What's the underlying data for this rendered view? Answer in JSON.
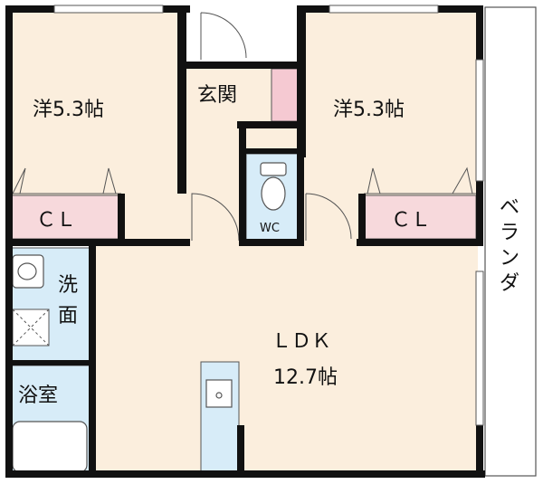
{
  "rooms": {
    "western_left": "洋5.3帖",
    "western_right": "洋5.3帖",
    "entrance": "玄関",
    "closet_left": "ＣＬ",
    "closet_right": "ＣＬ",
    "toilet": "WC",
    "washroom_line1": "洗",
    "washroom_line2": "面",
    "bathroom": "浴室",
    "ldk_name": "ＬＤＫ",
    "ldk_size": "12.7帖",
    "veranda": [
      "ベ",
      "ラ",
      "ン",
      "ダ"
    ]
  },
  "colors": {
    "wall": "#111111",
    "floor": "#fbeedd",
    "closet": "#f7d9dc",
    "wet_area": "#d7ecf8",
    "entrance_pink": "#f5c9d2"
  }
}
